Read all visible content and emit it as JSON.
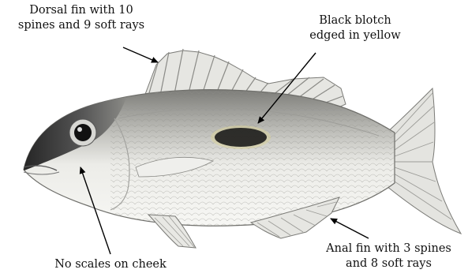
{
  "annotations": {
    "dorsal_fin": {
      "lines": [
        "Dorsal fin with 10",
        "spines and 9 soft rays"
      ]
    },
    "blotch": {
      "lines": [
        "Black blotch",
        "edged in yellow"
      ]
    },
    "cheek": {
      "lines": [
        "No scales on cheek"
      ]
    },
    "anal_fin": {
      "lines": [
        "Anal fin with 3 spines",
        "and 8 soft rays"
      ]
    }
  },
  "colors": {
    "body_light": "#f4f4f1",
    "body_mid": "#cfcfca",
    "back_dark": "#8a8a86",
    "head_dark": "#2b2b2b",
    "blotch": "#1c1c1c",
    "fin": "#e2e2de",
    "outline": "#6e6e6a",
    "arrow": "#000000"
  }
}
